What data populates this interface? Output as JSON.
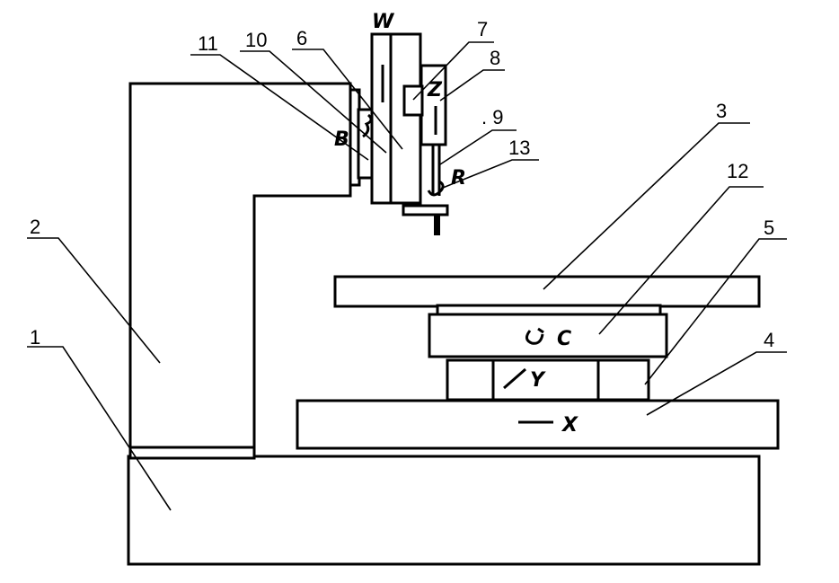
{
  "callouts": {
    "n1": "1",
    "n2": "2",
    "n3": "3",
    "n4": "4",
    "n5": "5",
    "n6": "6",
    "n7": "7",
    "n8": "8",
    "n9": ". 9",
    "n10": "10",
    "n11": "11",
    "n12": "12",
    "n13": "13"
  },
  "axes": {
    "w": "W",
    "z": "Z",
    "b": "B",
    "r": "R",
    "c": "C",
    "y": "Y",
    "x": "X"
  }
}
